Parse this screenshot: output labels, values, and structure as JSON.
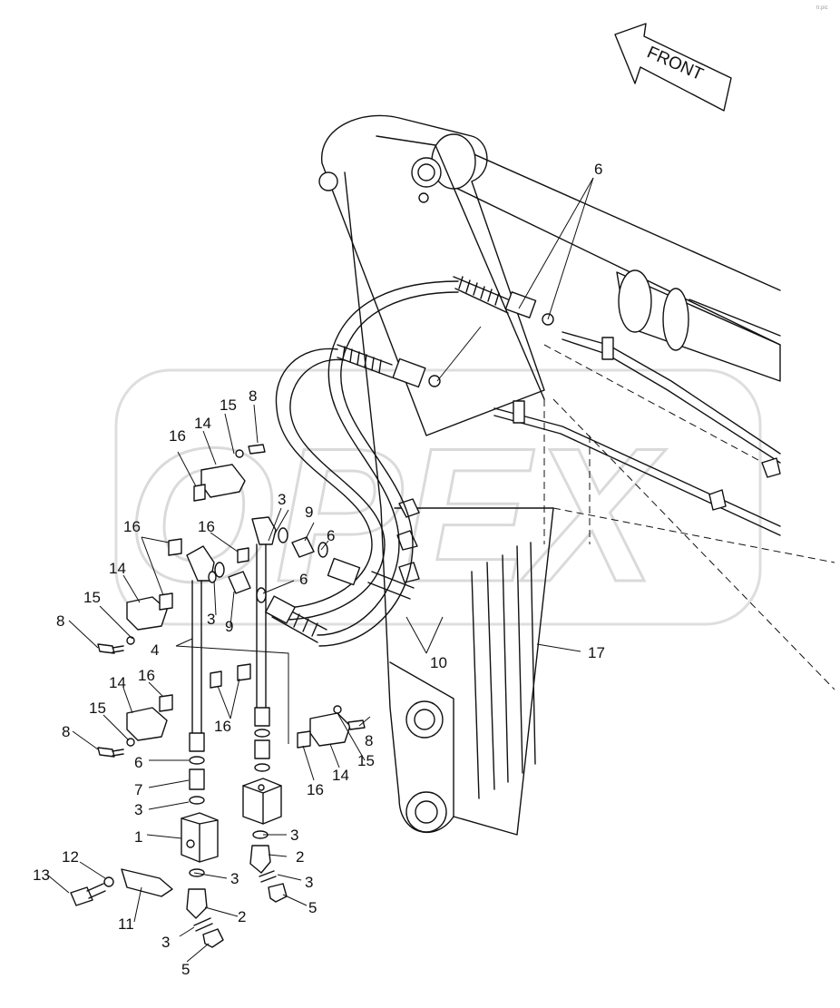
{
  "direction_label": "FRONT",
  "watermark_text": "OPEX",
  "corner_tag": "tr.pic",
  "callouts": {
    "c1": "1",
    "c2a": "2",
    "c2b": "2",
    "c3a": "3",
    "c3b": "3",
    "c3c": "3",
    "c3d": "3",
    "c3e": "3",
    "c3f": "3",
    "c3g": "3",
    "c4": "4",
    "c5a": "5",
    "c5b": "5",
    "c6a": "6",
    "c6b": "6",
    "c6c": "6",
    "c6d": "6",
    "c7": "7",
    "c8a": "8",
    "c8b": "8",
    "c8c": "8",
    "c8d": "8",
    "c9a": "9",
    "c9b": "9",
    "c10": "10",
    "c11": "11",
    "c12": "12",
    "c13": "13",
    "c14a": "14",
    "c14b": "14",
    "c14c": "14",
    "c14d": "14",
    "c15a": "15",
    "c15b": "15",
    "c15c": "15",
    "c15d": "15",
    "c16a": "16",
    "c16b": "16",
    "c16c": "16",
    "c16d": "16",
    "c16e": "16",
    "c16f": "16",
    "c17": "17"
  },
  "colors": {
    "line": "#111111",
    "watermark": "#bdbdbd",
    "background": "#ffffff"
  }
}
